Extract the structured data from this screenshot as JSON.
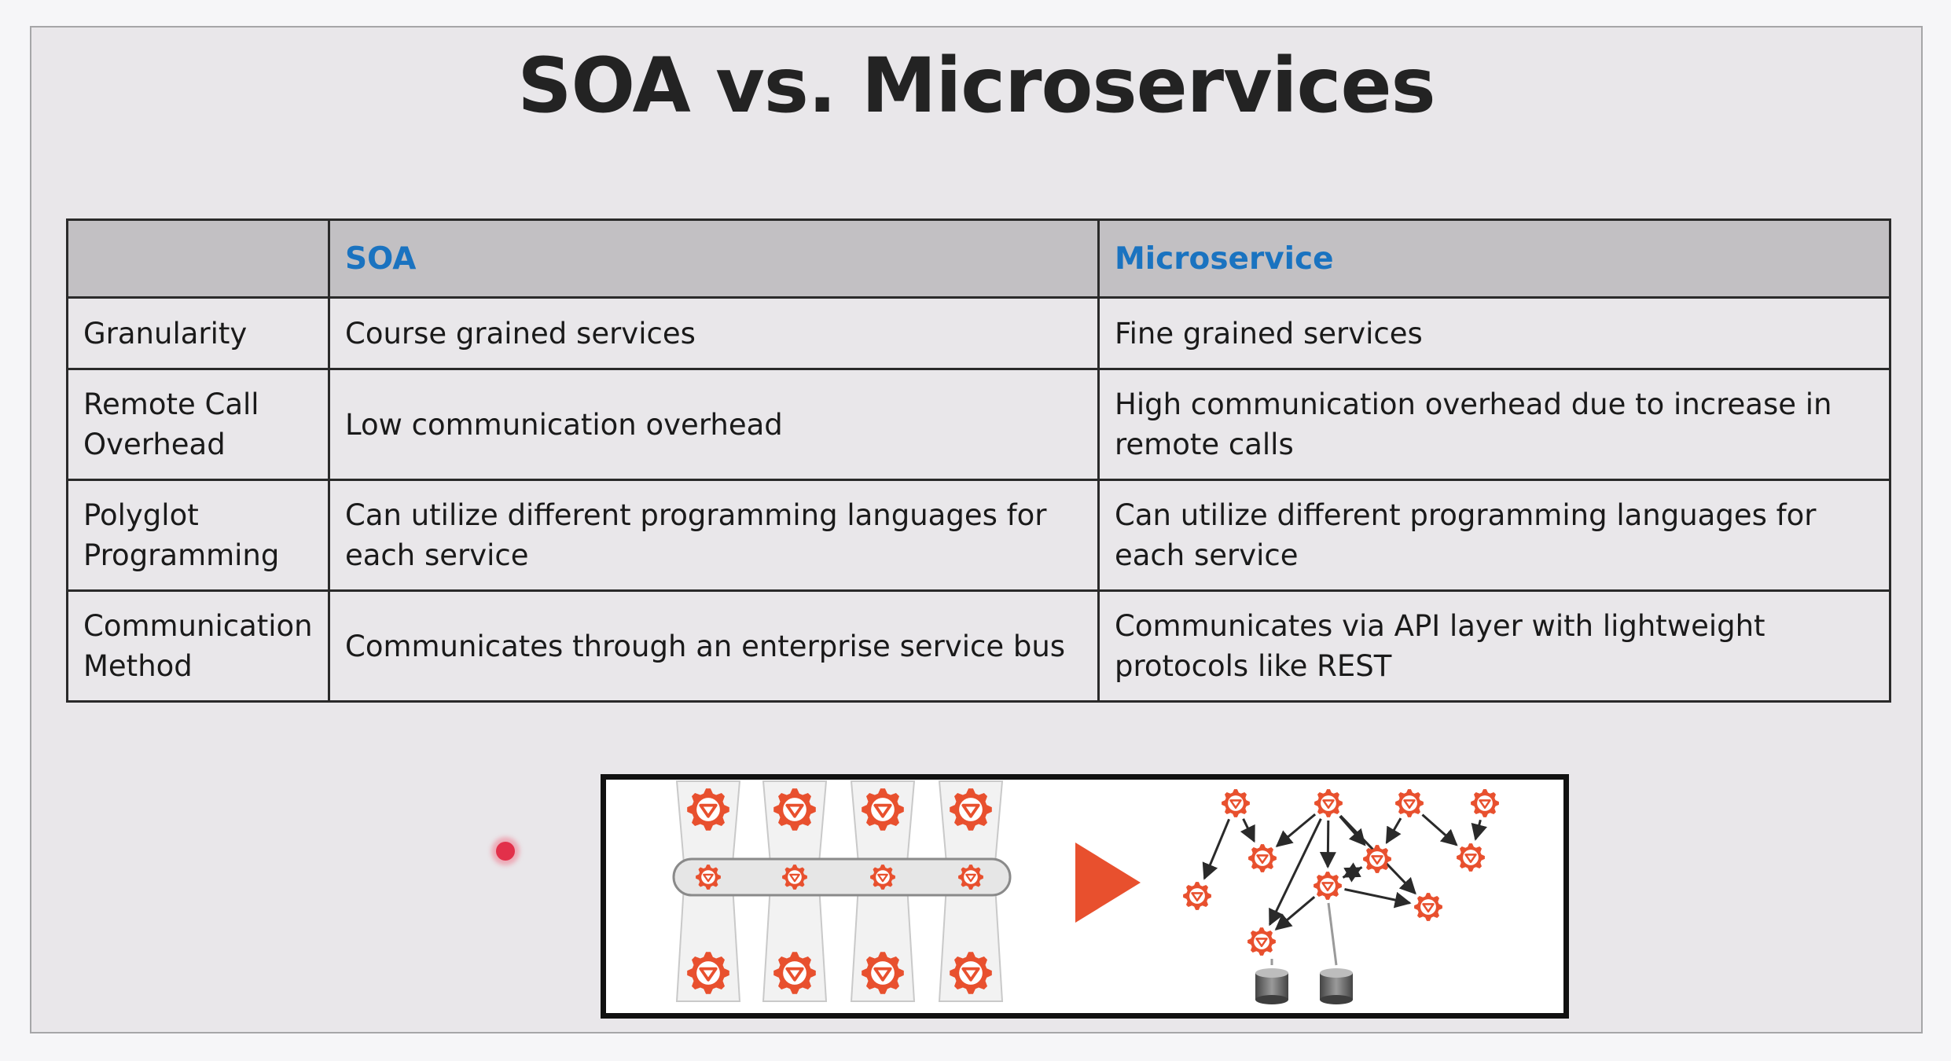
{
  "slide": {
    "title": "SOA vs. Microservices"
  },
  "table": {
    "headers": [
      "",
      "SOA",
      "Microservice"
    ],
    "rows": [
      {
        "label": "Granularity",
        "soa": "Course grained services",
        "micro": "Fine grained services"
      },
      {
        "label": "Remote Call Overhead",
        "soa": "Low communication overhead",
        "micro": "High communication overhead due to increase in remote calls"
      },
      {
        "label": "Polyglot Programming",
        "soa": "Can utilize different programming languages for each service",
        "micro": "Can utilize different programming languages for each service"
      },
      {
        "label": "Communication Method",
        "soa": "Communicates through an enterprise service bus",
        "micro": "Communicates via API layer with lightweight protocols like REST"
      }
    ]
  },
  "illustration": {
    "left_icon": "service-gear-icon",
    "arrow_icon": "play-arrow-icon",
    "right_icon": "service-gear-icon",
    "db_icon": "database-icon",
    "accent_color": "#e8502e"
  }
}
